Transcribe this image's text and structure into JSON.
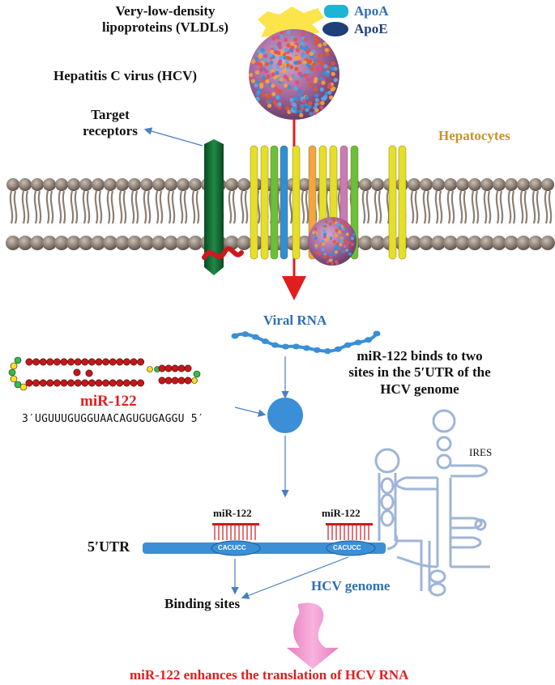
{
  "labels": {
    "vldl": "Very-low-density\nlipoproteins (VLDLs)",
    "apoa": "ApoA",
    "apoe": "ApoE",
    "hcv": "Hepatitis C virus (HCV)",
    "target_receptors": "Target\nreceptors",
    "hepatocytes": "Hepatocytes",
    "viral_rna": "Viral RNA",
    "mir122_binds": "miR-122 binds to two\nsites in the 5′UTR of the\nHCV genome",
    "mir122_title": "miR-122",
    "mir122_sequence": "3′UGUUUGUGGUAACAGUGUGAGGU 5′",
    "ires": "IRES",
    "mir122_site1": "miR-122",
    "mir122_site2": "miR-122",
    "utr5": "5′UTR",
    "cacucc1": "CACUCC",
    "cacucc2": "CACUCC",
    "hcv_genome": "HCV genome",
    "binding_sites": "Binding sites",
    "conclusion": "miR-122 enhances the translation of HCV RNA"
  },
  "colors": {
    "black_text": "#111111",
    "blue_text": "#2f6fb0",
    "apoe_text": "#1f3f7a",
    "gold_text": "#c9922a",
    "red_text": "#e01e1e",
    "membrane": "#8d7f74",
    "rna_blue": "#3a8fd6",
    "ires": "#9fb5d8",
    "arrow_pink": "#f29ad2"
  }
}
